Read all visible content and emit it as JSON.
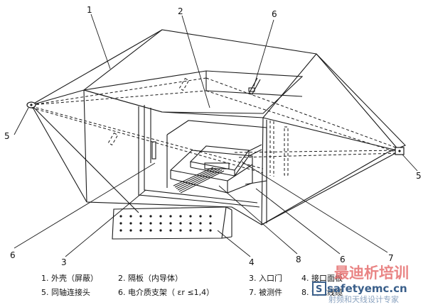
{
  "callouts": {
    "n1": "1",
    "n2": "2",
    "n6_top": "6",
    "n5_left": "5",
    "n5_right": "5",
    "n6_bottom_left": "6",
    "n3": "3",
    "n4": "4",
    "n8": "8",
    "n6_bottom_right": "6",
    "n7": "7"
  },
  "legend": {
    "item_1": "1. 外壳（屏蔽）",
    "item_2": "2. 隔板（内导体）",
    "item_3": "3. 入口门",
    "item_4": "4. 接口面板",
    "item_5": "5. 同轴连接头",
    "item_6": "6. 电介质支架（ εr ≤1,4）",
    "item_7": "7. 被测件",
    "item_8": "8. 测试线缆"
  },
  "watermark": {
    "title": "最迪析培训",
    "url": "safetyemc.cn",
    "subtitle": "射频和天线设计专家"
  },
  "colors": {
    "line": "#1a1a1a",
    "watermark_red": "#e56a6a",
    "watermark_blue": "#3a5f8a"
  }
}
